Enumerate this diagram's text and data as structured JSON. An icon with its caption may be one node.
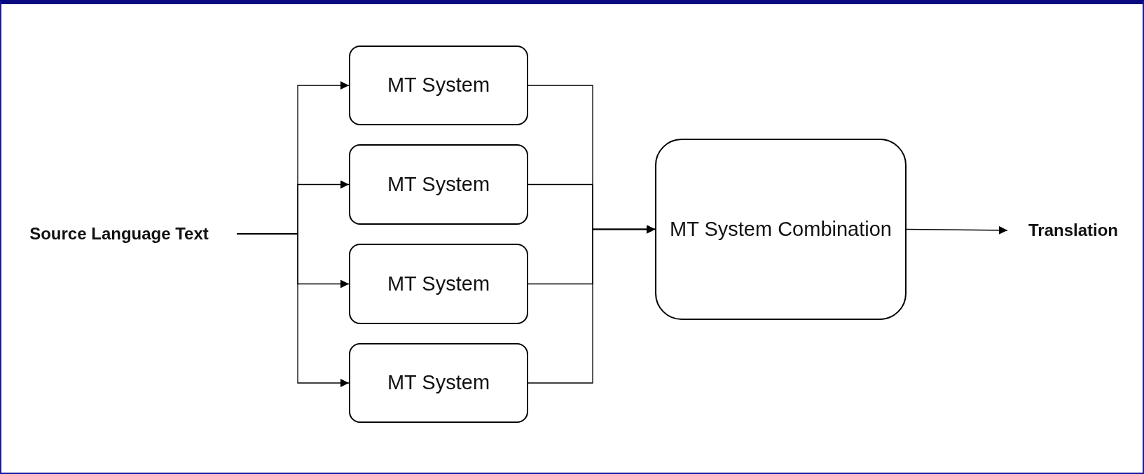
{
  "diagram": {
    "nodes": [
      {
        "text": [
          "Source Language Text"
        ]
      },
      {
        "text": [
          "MT System"
        ]
      },
      {
        "text": [
          "MT System"
        ]
      },
      {
        "text": [
          "MT System"
        ]
      },
      {
        "text": [
          "MT System"
        ]
      },
      {
        "text": [
          "MT System Combination"
        ]
      },
      {
        "text": [
          "Translation"
        ]
      }
    ],
    "edges": [
      {
        "from": 0,
        "to": 1,
        "arrow": "to"
      },
      {
        "from": 0,
        "to": 2,
        "arrow": "to"
      },
      {
        "from": 0,
        "to": 3,
        "arrow": "to"
      },
      {
        "from": 0,
        "to": 4,
        "arrow": "to"
      },
      {
        "from": 1,
        "to": 5,
        "arrow": "to"
      },
      {
        "from": 2,
        "to": 5,
        "arrow": "to"
      },
      {
        "from": 3,
        "to": 5,
        "arrow": "to"
      },
      {
        "from": 4,
        "to": 5,
        "arrow": "to"
      },
      {
        "from": 5,
        "to": 6,
        "arrow": "to"
      }
    ]
  }
}
